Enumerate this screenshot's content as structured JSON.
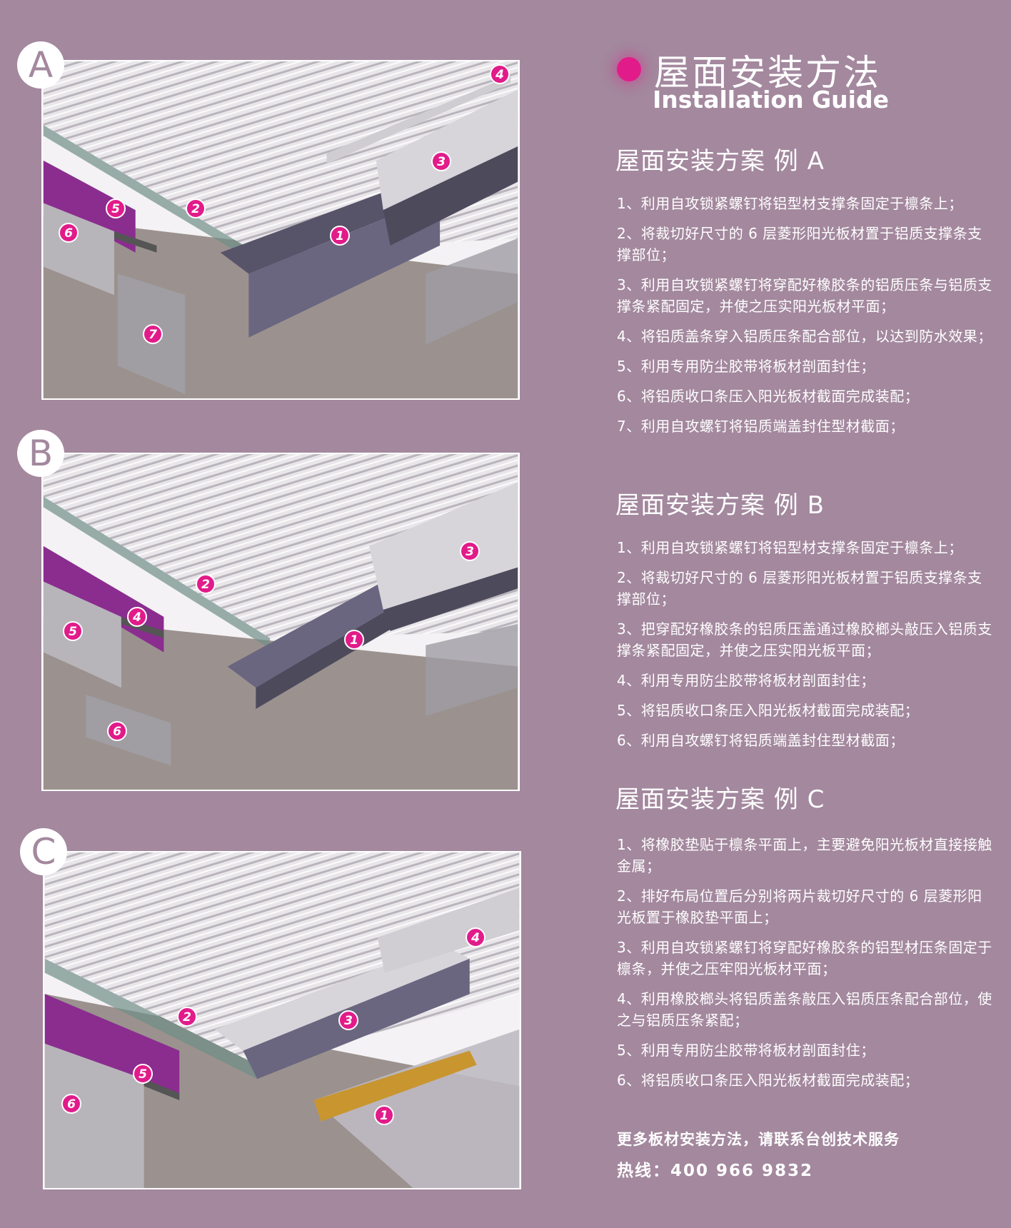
{
  "header": {
    "title_cn": "屋面安装方法",
    "title_en": "Installation Guide",
    "accent_color": "#e21b8a"
  },
  "figures": [
    {
      "letter": "A",
      "labels": [
        "1",
        "2",
        "3",
        "4",
        "5",
        "6",
        "7"
      ]
    },
    {
      "letter": "B",
      "labels": [
        "1",
        "2",
        "3",
        "4",
        "5",
        "6"
      ]
    },
    {
      "letter": "C",
      "labels": [
        "1",
        "2",
        "3",
        "4",
        "5",
        "6"
      ]
    }
  ],
  "sections": [
    {
      "title": "屋面安装方案 例 A",
      "steps": [
        "1、利用自攻锁紧螺钉将铝型材支撑条固定于檩条上；",
        "2、将裁切好尺寸的 6 层菱形阳光板材置于铝质支撑条支撑部位；",
        "3、利用自攻锁紧螺钉将穿配好橡胶条的铝质压条与铝质支撑条紧配固定，并使之压实阳光板材平面；",
        "4、将铝质盖条穿入铝质压条配合部位，以达到防水效果；",
        "5、利用专用防尘胶带将板材剖面封住；",
        "6、将铝质收口条压入阳光板材截面完成装配；",
        "7、利用自攻螺钉将铝质端盖封住型材截面；"
      ]
    },
    {
      "title": "屋面安装方案 例 B",
      "steps": [
        "1、利用自攻锁紧螺钉将铝型材支撑条固定于檩条上；",
        "2、将裁切好尺寸的 6 层菱形阳光板材置于铝质支撑条支撑部位；",
        "3、把穿配好橡胶条的铝质压盖通过橡胶榔头敲压入铝质支撑条紧配固定，并使之压实阳光板平面；",
        "4、利用专用防尘胶带将板材剖面封住；",
        "5、将铝质收口条压入阳光板材截面完成装配；",
        "6、利用自攻螺钉将铝质端盖封住型材截面；"
      ]
    },
    {
      "title": "屋面安装方案 例 C",
      "steps": [
        "1、将橡胶垫贴于檩条平面上，主要避免阳光板材直接接触金属；",
        "2、排好布局位置后分别将两片裁切好尺寸的 6 层菱形阳光板置于橡胶垫平面上；",
        "3、利用自攻锁紧螺钉将穿配好橡胶条的铝型材压条固定于檩条，并使之压牢阳光板材平面；",
        "4、利用橡胶榔头将铝质盖条敲压入铝质压条配合部位，使之与铝质压条紧配；",
        "5、利用专用防尘胶带将板材剖面封住；",
        "6、将铝质收口条压入阳光板材截面完成装配；"
      ]
    }
  ],
  "footer": {
    "line1": "更多板材安装方法，请联系台创技术服务",
    "line2": "热线：400 966 9832"
  }
}
